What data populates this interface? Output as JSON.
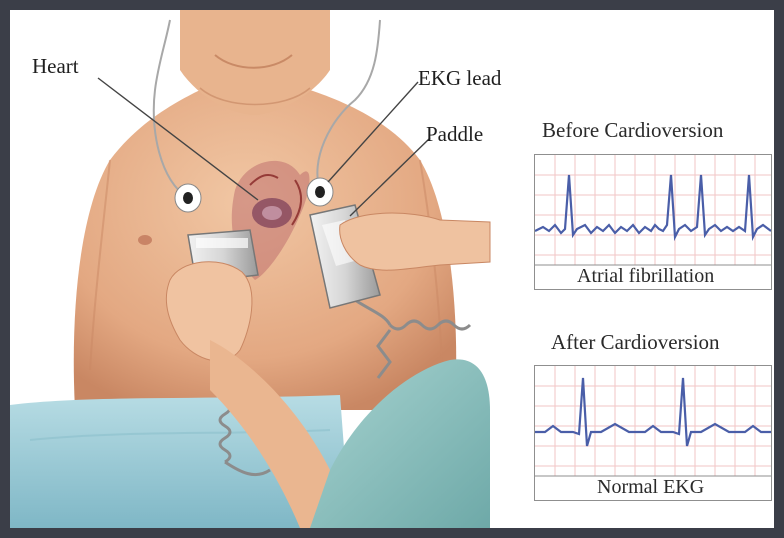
{
  "labels": {
    "heart": "Heart",
    "ekg_lead": "EKG lead",
    "paddle": "Paddle"
  },
  "panels": {
    "before": {
      "title": "Before Cardioversion",
      "caption": "Atrial fibrillation"
    },
    "after": {
      "title": "After Cardioversion",
      "caption": "Normal EKG"
    }
  },
  "colors": {
    "trace": "#4a5ea8",
    "grid": "#f2c6c6",
    "skin": "#eab690",
    "sheet": "#9fcdd8",
    "gown": "#7fb9b8"
  }
}
